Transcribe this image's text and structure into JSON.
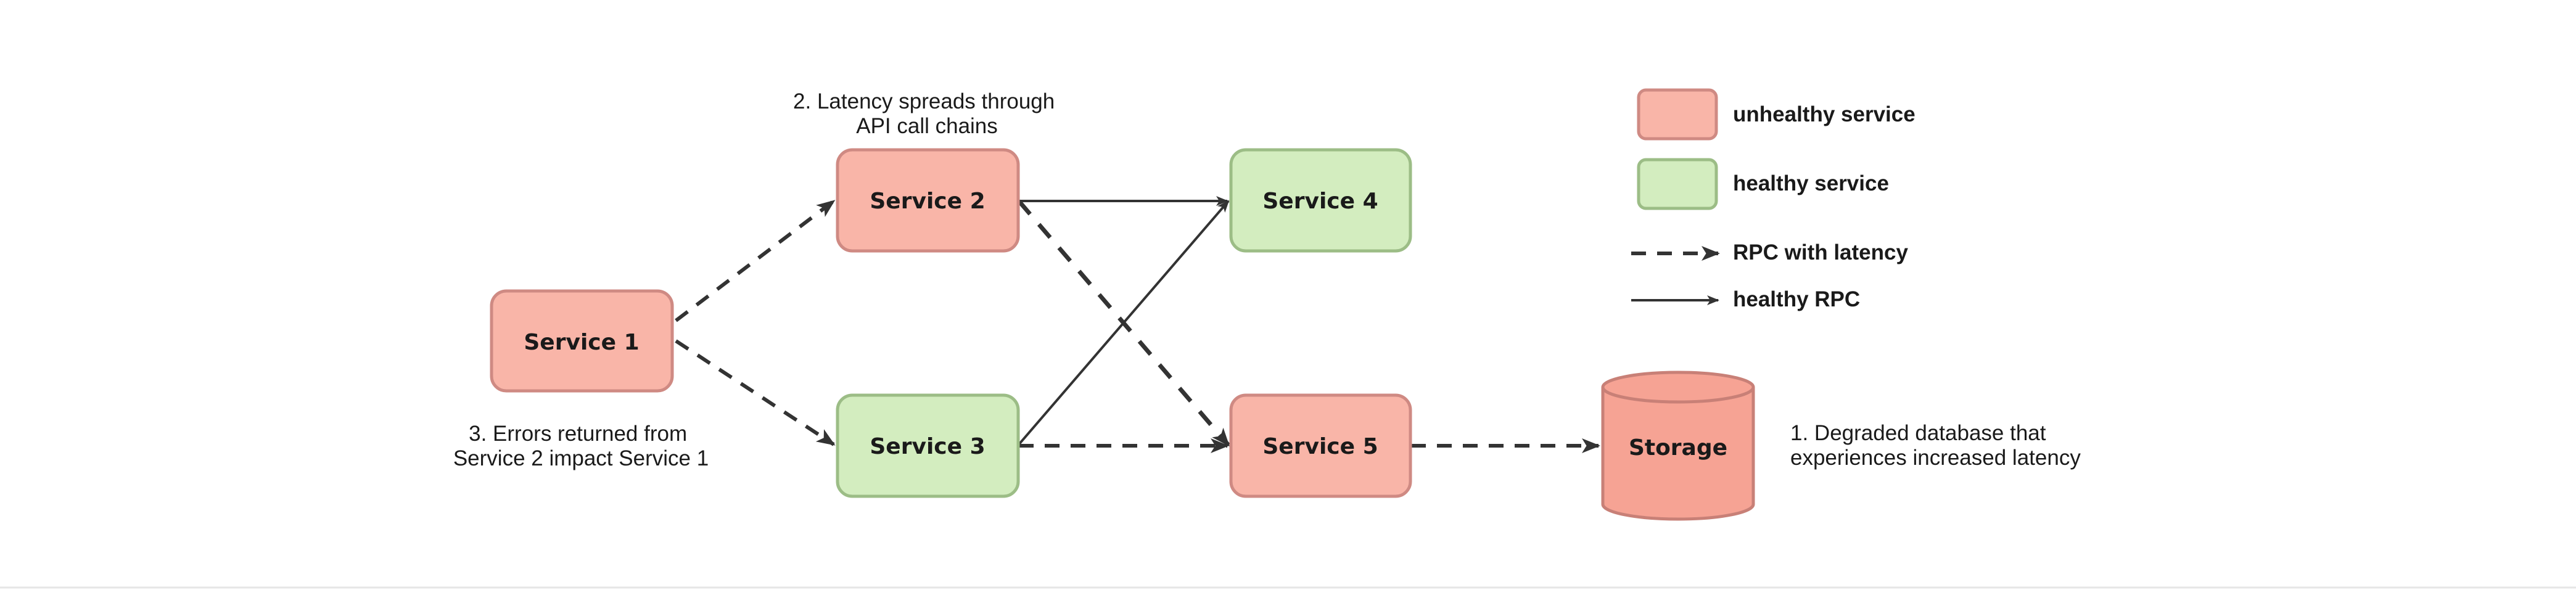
{
  "colors": {
    "unhealthy_fill": "#f9b5a8",
    "unhealthy_stroke": "#cf8a83",
    "healthy_fill": "#d3edbf",
    "healthy_stroke": "#9cbd86",
    "storage_fill": "#f6a394",
    "storage_stroke": "#c88077",
    "edge": "#333333"
  },
  "nodes": {
    "service1": "Service 1",
    "service2": "Service 2",
    "service3": "Service 3",
    "service4": "Service 4",
    "service5": "Service 5",
    "storage": "Storage"
  },
  "notes": {
    "latency": [
      "2. Latency spreads through",
      "API call chains"
    ],
    "errors": [
      "3. Errors returned from",
      "Service 2 impact Service 1"
    ],
    "database": [
      "1. Degraded database that",
      "experiences increased latency"
    ]
  },
  "legend": {
    "unhealthy": "unhealthy service",
    "healthy": "healthy service",
    "rpc_latency": "RPC with latency",
    "rpc_healthy": "healthy RPC"
  },
  "edges": [
    {
      "from": "service1",
      "to": "service2",
      "style": "latency"
    },
    {
      "from": "service1",
      "to": "service3",
      "style": "latency"
    },
    {
      "from": "service2",
      "to": "service4",
      "style": "healthy"
    },
    {
      "from": "service2",
      "to": "service5",
      "style": "latency"
    },
    {
      "from": "service3",
      "to": "service4",
      "style": "healthy"
    },
    {
      "from": "service3",
      "to": "service5",
      "style": "latency"
    },
    {
      "from": "service5",
      "to": "storage",
      "style": "latency"
    }
  ]
}
